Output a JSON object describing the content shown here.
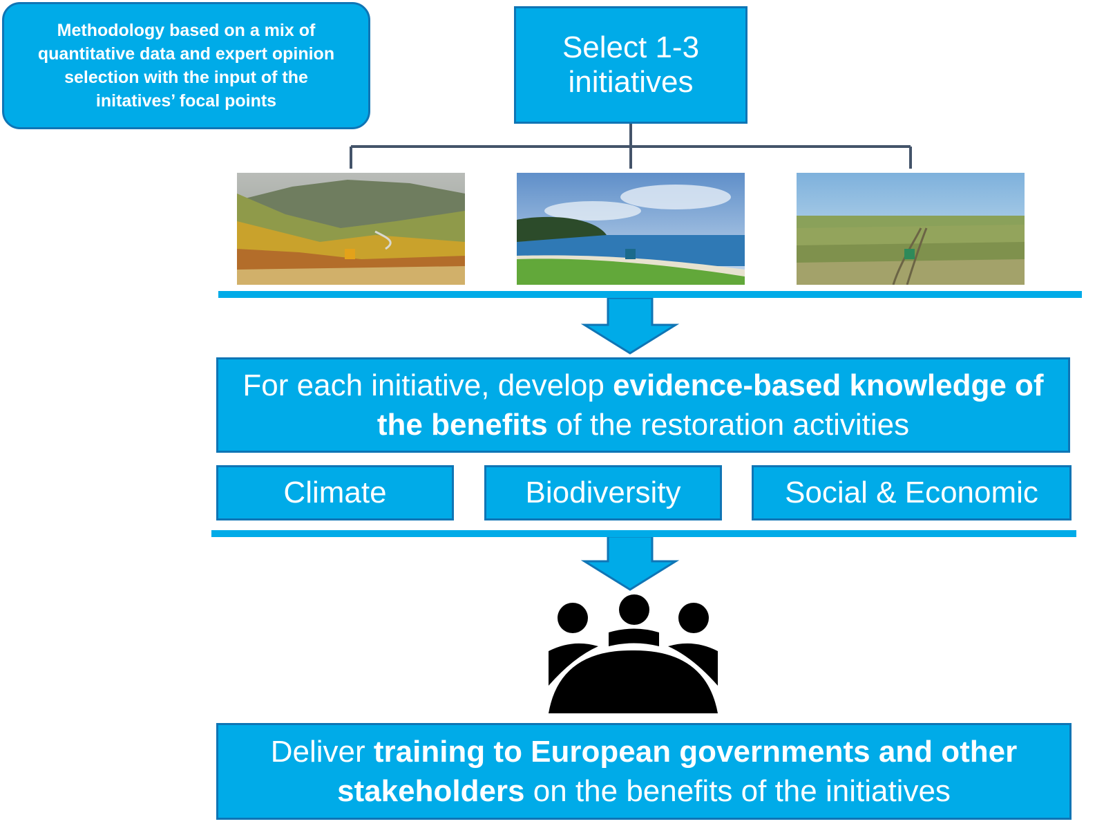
{
  "note": {
    "text": "Methodology based on a mix of quantitative data and expert opinion selection with the input of the initatives’ focal points"
  },
  "select_box": {
    "line1": "Select 1-3",
    "line2": "initiatives"
  },
  "photos": [
    {
      "name": "mountain-valley-image",
      "marker_color": "#E3A21A"
    },
    {
      "name": "coastal-beach-image",
      "marker_color": "#1A6A8C"
    },
    {
      "name": "grassland-field-image",
      "marker_color": "#2E8A5A"
    }
  ],
  "develop_box": {
    "part1": "For each initiative, develop ",
    "bold1": "evidence-based knowledge of the benefits",
    "part2": " of the restoration activities"
  },
  "categories": [
    "Climate",
    "Biodiversity",
    "Social & Economic"
  ],
  "deliver_box": {
    "part1": "Deliver ",
    "bold1": "training to European governments and other stakeholders",
    "part2": " on the benefits of the initiatives"
  },
  "icons": {
    "stakeholders": "meeting-group-icon",
    "arrow": "down-arrow-icon"
  },
  "colors": {
    "box_fill": "#00ABE8",
    "box_border": "#0F75B5",
    "connector": "#44546A",
    "icon": "#000000"
  }
}
